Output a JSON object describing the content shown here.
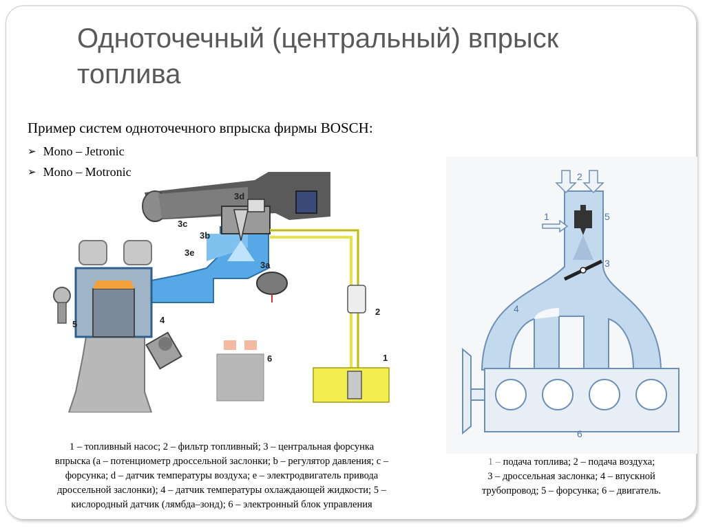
{
  "title": "Одноточечный (центральный) впрыск топлива",
  "subtitle": "Пример систем одноточечного впрыска фирмы BOSCH:",
  "bullets": [
    "Mono – Jetronic",
    "Mono – Motronic"
  ],
  "left_diagram": {
    "labels": {
      "l1": "1",
      "l2": "2",
      "l3a": "3a",
      "l3b": "3b",
      "l3c": "3c",
      "l3d": "3d",
      "l3e": "3e",
      "l4": "4",
      "l5": "5",
      "l6": "6"
    },
    "caption_lines": [
      "1 – топливный насос; 2 – фильтр топливный; 3 – центральная форсунка",
      "впрыска  (a – потенциометр дроссельной заслонки; b – регулятор давления; c –",
      "форсунка; d – датчик температуры воздуха; e – электродвигатель привода",
      "дроссельной заслонки); 4 – датчик температуры охлаждающей жидкости; 5 –",
      "кислородный датчик (лямбда–зонд); 6 – электронный блок управления"
    ]
  },
  "right_diagram": {
    "labels": {
      "r1": "1",
      "r2": "2",
      "r3": "3",
      "r4": "4",
      "r5": "5",
      "r6": "6"
    },
    "caption": {
      "line1_num": "1 –",
      "line1_rest": " подача топлива; 2 – подача воздуха;",
      "line2": "3 – дроссельная заслонка; 4 – впускной",
      "line3": "трубопровод; 5 – форсунка; 6 – двигатель."
    }
  },
  "colors": {
    "title": "#595959",
    "air_blue": "#56a9e6",
    "pale_blue": "#c3d9ee",
    "fuel_yellow": "#e8e24a",
    "engine_grey": "#b8b8b8"
  }
}
